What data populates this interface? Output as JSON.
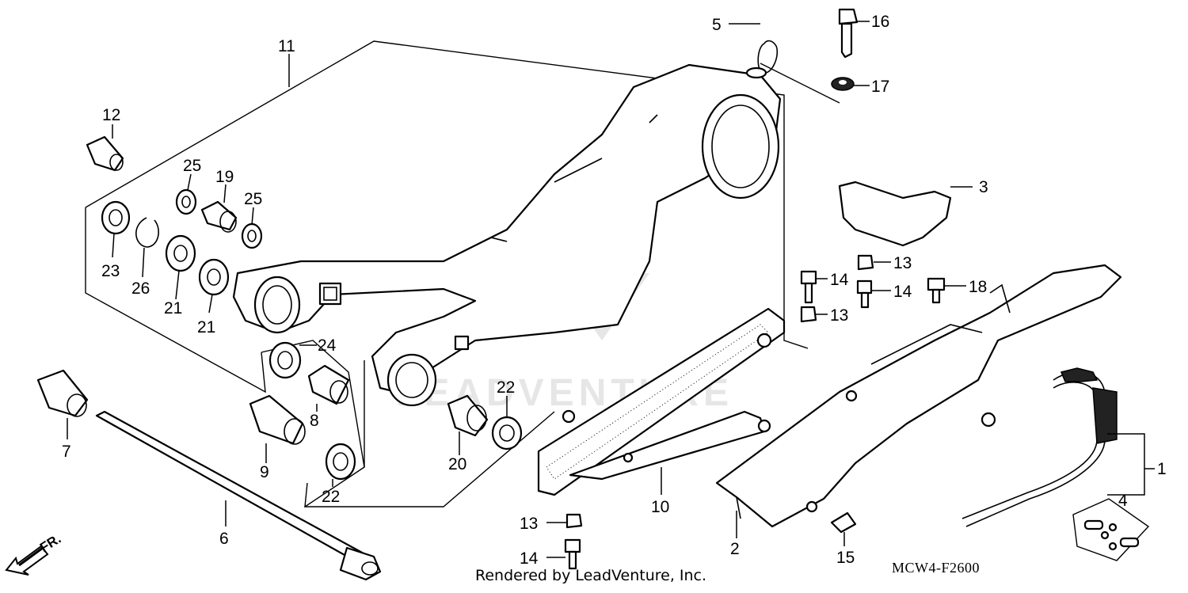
{
  "diagram": {
    "callouts": [
      "1",
      "2",
      "3",
      "4",
      "5",
      "6",
      "7",
      "8",
      "9",
      "10",
      "11",
      "12",
      "13",
      "14",
      "15",
      "16",
      "17",
      "18",
      "19",
      "20",
      "21",
      "22",
      "23",
      "24",
      "25",
      "26"
    ],
    "front_indicator": "FR.",
    "footer_text": "Rendered by LeadVenture, Inc.",
    "diagram_code": "MCW4-F2600",
    "watermark_text": "LEADVENTURE"
  }
}
